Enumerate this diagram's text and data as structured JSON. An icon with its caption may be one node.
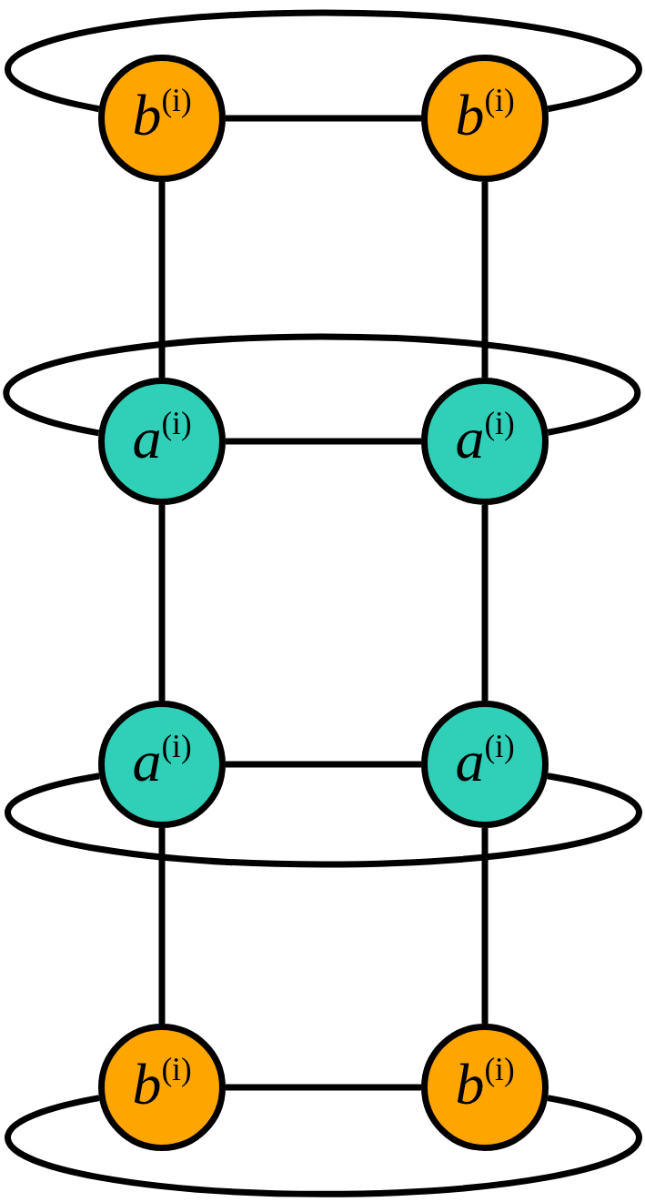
{
  "diagram": {
    "nodes": [
      {
        "text": [
          "*b*$^{(i)}$"
        ]
      },
      {
        "text": [
          "*b*$^{(i)}$"
        ]
      },
      {
        "text": [
          "*a*$^{(i)}$"
        ]
      },
      {
        "text": [
          "*a*$^{(i)}$"
        ]
      },
      {
        "text": [
          "*a*$^{(i)}$"
        ]
      },
      {
        "text": [
          "*a*$^{(i)}$"
        ]
      },
      {
        "text": [
          "*b*$^{(i)}$"
        ]
      },
      {
        "text": [
          "*b*$^{(i)}$"
        ]
      }
    ],
    "edges": [
      {
        "from": 0,
        "to": 1,
        "arrow": "none"
      },
      {
        "from": 0,
        "to": 1,
        "arrow": "none"
      },
      {
        "from": 0,
        "to": 2,
        "arrow": "none"
      },
      {
        "from": 1,
        "to": 3,
        "arrow": "none"
      },
      {
        "from": 2,
        "to": 3,
        "arrow": "none"
      },
      {
        "from": 2,
        "to": 3,
        "arrow": "none"
      },
      {
        "from": 2,
        "to": 4,
        "arrow": "none"
      },
      {
        "from": 3,
        "to": 5,
        "arrow": "none"
      },
      {
        "from": 4,
        "to": 5,
        "arrow": "none"
      },
      {
        "from": 4,
        "to": 5,
        "arrow": "none"
      },
      {
        "from": 4,
        "to": 6,
        "arrow": "none"
      },
      {
        "from": 5,
        "to": 7,
        "arrow": "none"
      },
      {
        "from": 6,
        "to": 7,
        "arrow": "none"
      },
      {
        "from": 6,
        "to": 7,
        "arrow": "none"
      }
    ]
  }
}
